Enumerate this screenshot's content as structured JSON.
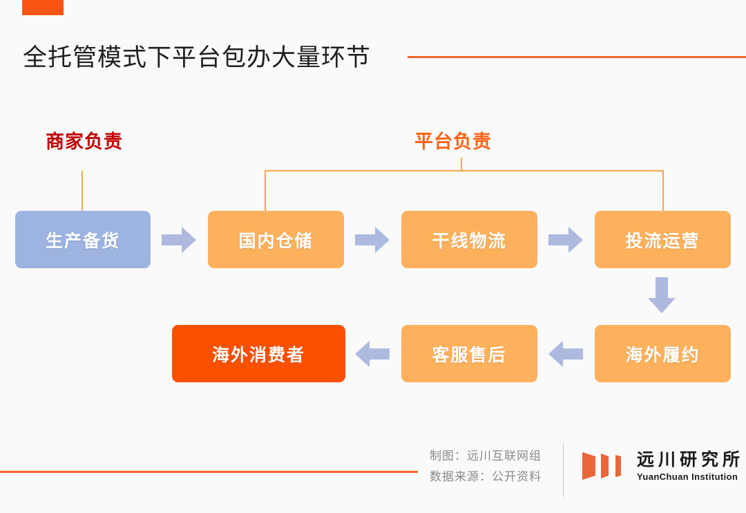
{
  "slide": {
    "title": "全托管模式下平台包办大量环节",
    "background_color": "#FAFAFA",
    "accent_color": "#FA5414"
  },
  "captions": {
    "merchant": {
      "label": "商家负责",
      "color": "#C00000"
    },
    "platform": {
      "label": "平台负责",
      "color": "#FA6416"
    }
  },
  "flow": {
    "row1": [
      {
        "label": "生产备货",
        "owner": "merchant",
        "color": "#9DB3E0"
      },
      {
        "label": "国内仓储",
        "owner": "platform",
        "color": "#FDB15D"
      },
      {
        "label": "干线物流",
        "owner": "platform",
        "color": "#FDB15D"
      },
      {
        "label": "投流运营",
        "owner": "platform",
        "color": "#FDB15D"
      }
    ],
    "row2": [
      {
        "label": "海外消费者",
        "owner": "consumer",
        "color": "#FA5000"
      },
      {
        "label": "客服售后",
        "owner": "platform",
        "color": "#FDB15D"
      },
      {
        "label": "海外履约",
        "owner": "platform",
        "color": "#FDB15D"
      }
    ],
    "arrow_color": "#AEB9E0"
  },
  "footer": {
    "credit_line1": "制图：远川互联网组",
    "credit_line2": "数据来源：公开资料",
    "logo_cn": "远川研究所",
    "logo_en": "YuanChuan Institution",
    "logo_color": "#E8673A"
  }
}
